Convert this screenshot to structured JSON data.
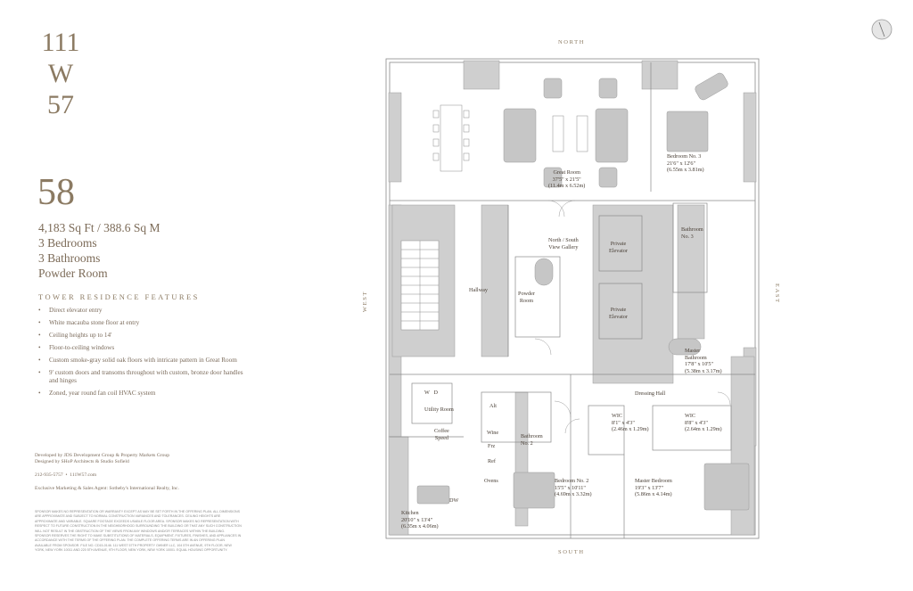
{
  "logo": {
    "line1": "111",
    "line2": "W",
    "line3": "57"
  },
  "floor": "58",
  "stats": [
    "4,183 Sq Ft / 388.6 Sq M",
    "3 Bedrooms",
    "3 Bathrooms",
    "Powder Room"
  ],
  "features_title": "TOWER RESIDENCE FEATURES",
  "features": [
    "Direct elevator entry",
    "White macauba stone floor at entry",
    "Ceiling heights up to 14'",
    "Floor-to-ceiling windows",
    "Custom smoke-gray solid oak floors with intricate pattern in Great Room",
    "9' custom doors and transoms throughout with custom, bronze door handles and hinges",
    "Zoned, year round fan coil HVAC system"
  ],
  "credits": {
    "developer": "Developed by JDS Development Group & Property Markets Group",
    "designer": "Designed by SHoP Architects & Studio Sofield",
    "phone": "212-935-5757",
    "website": "111W57.com",
    "agent": "Exclusive Marketing & Sales Agent: Sotheby's International Realty, Inc."
  },
  "disclaimer": "Sponsor makes no representation or warranty except as may be set forth in the offering plan. All dimensions are approximate and subject to normal construction variances and tolerances. Ceiling heights are approximate and variable. Square footage exceeds usable floor area. Sponsor makes no representation with respect to future construction in the neighborhood surrounding the building or that any such construction will not result in the obstruction of the views from any windows and/or terraces within the building. Sponsor reserves the right to make substitutions of materials, equipment, fixtures, finishes, and appliances in accordance with the terms of the offering plan. The complete offering terms are in an offering plan available from sponsor. File No. CD15-0146. 111 West 57th Property Owner LLC, 104 5th Avenue, 9th Floor, New York, New York 10011 and 220 5th Avenue, 9th Floor, New York, New York 10001. Equal housing opportunity.",
  "compass": {
    "north": "NORTH",
    "south": "SOUTH",
    "east": "EAST",
    "west": "WEST"
  },
  "rooms": {
    "great_room": [
      "Great Room",
      "37'5\" x 21'5\"",
      "(11.4m x 6.52m)"
    ],
    "bedroom3": [
      "Bedroom No. 3",
      "21'6\" x 12'6\"",
      "(6.55m x 3.81m)"
    ],
    "gallery": [
      "North / South",
      "View Gallery"
    ],
    "private_elevator_1": [
      "Private",
      "Elevator"
    ],
    "private_elevator_2": [
      "Private",
      "Elevator"
    ],
    "bathroom3": [
      "Bathroom",
      "No. 3"
    ],
    "hallway": "Hallway",
    "powder_room": [
      "Powder",
      "Room"
    ],
    "master_bathroom": [
      "Master",
      "Bathroom",
      "17'8\" x 10'5\"",
      "(5.38m x 3.17m)"
    ],
    "dressing_hall": "Dressing Hall",
    "wic1": [
      "WIC",
      "8'1\" x 4'3\"",
      "(2.46m x 1.29m)"
    ],
    "wic2": [
      "WIC",
      "8'8\" x 4'3\"",
      "(2.64m x 1.29m)"
    ],
    "utility_room": "Utility Room",
    "wd": [
      "W",
      "D"
    ],
    "coffee_speed": [
      "Coffee",
      "Speed"
    ],
    "bathroom2": [
      "Bathroom",
      "No. 2"
    ],
    "appliances": [
      "Alt",
      "Wine",
      "Frz",
      "Ref",
      "Ovens"
    ],
    "dw": "DW",
    "bedroom2": [
      "Bedroom No. 2",
      "15'5\" x 10'11\"",
      "(4.69m x 3.32m)"
    ],
    "master_bedroom": [
      "Master Bedroom",
      "19'3\" x 13'7\"",
      "(5.86m x 4.14m)"
    ],
    "kitchen": [
      "Kitchen",
      "20'10\" x 13'4\"",
      "(6.35m x 4.06m)"
    ]
  },
  "colors": {
    "brand": "#8b7a62",
    "wall": "#c9c9c9",
    "furniture": "#bdbdbd",
    "line": "#8a8a8a"
  }
}
